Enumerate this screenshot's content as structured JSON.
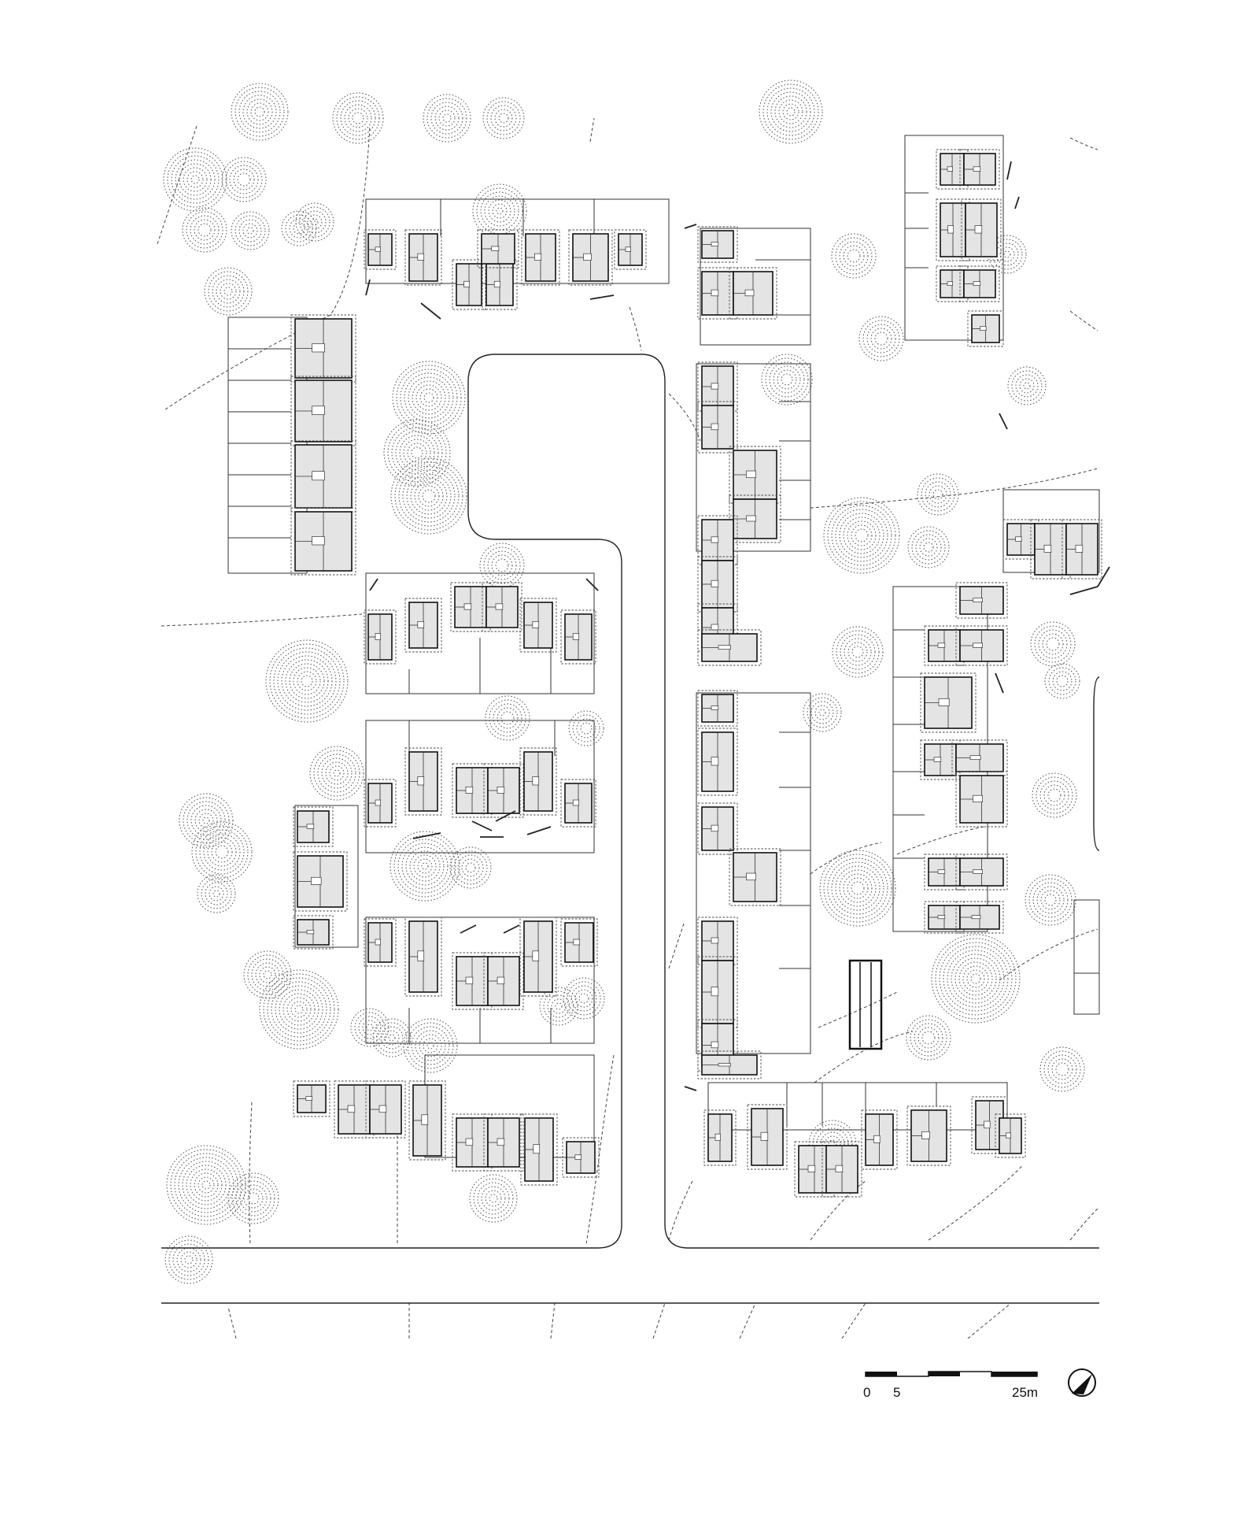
{
  "scale_bar": {
    "label_zero": "0",
    "label_five": "5",
    "label_end": "25m"
  },
  "north_arrow": {
    "icon": "north-arrow-icon"
  },
  "colors": {
    "ink": "#111111",
    "building_fill": "#e4e4e4",
    "tree_ring": "#555555",
    "background": "#ffffff"
  }
}
